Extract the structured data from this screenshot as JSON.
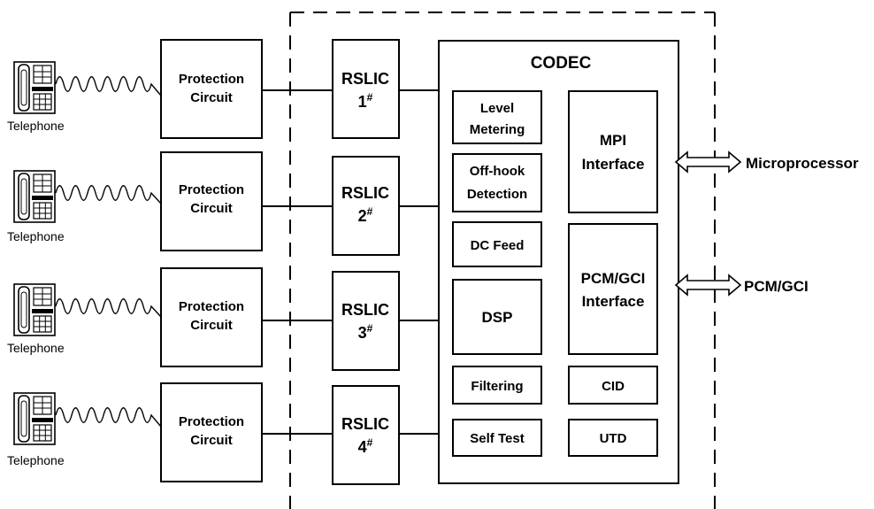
{
  "phones": [
    {
      "label": "Telephone"
    },
    {
      "label": "Telephone"
    },
    {
      "label": "Telephone"
    },
    {
      "label": "Telephone"
    }
  ],
  "protection": [
    {
      "line1": "Protection",
      "line2": "Circuit"
    },
    {
      "line1": "Protection",
      "line2": "Circuit"
    },
    {
      "line1": "Protection",
      "line2": "Circuit"
    },
    {
      "line1": "Protection",
      "line2": "Circuit"
    }
  ],
  "rslic": [
    {
      "name": "RSLIC",
      "num": "1",
      "sup": "#"
    },
    {
      "name": "RSLIC",
      "num": "2",
      "sup": "#"
    },
    {
      "name": "RSLIC",
      "num": "3",
      "sup": "#"
    },
    {
      "name": "RSLIC",
      "num": "4",
      "sup": "#"
    }
  ],
  "codec": {
    "title": "CODEC",
    "left_blocks": [
      {
        "lines": [
          "Level",
          "Metering"
        ]
      },
      {
        "lines": [
          "Off-hook",
          "Detection"
        ]
      },
      {
        "lines": [
          "DC Feed"
        ]
      },
      {
        "lines": [
          "DSP"
        ]
      },
      {
        "lines": [
          "Filtering"
        ]
      },
      {
        "lines": [
          "Self Test"
        ]
      }
    ],
    "right_blocks": [
      {
        "lines": [
          "MPI",
          "Interface"
        ]
      },
      {
        "lines": [
          "PCM/GCI",
          "Interface"
        ]
      },
      {
        "lines": [
          "CID"
        ]
      },
      {
        "lines": [
          "UTD"
        ]
      }
    ]
  },
  "external": {
    "microprocessor": "Microprocessor",
    "pcm": "PCM/GCI"
  }
}
